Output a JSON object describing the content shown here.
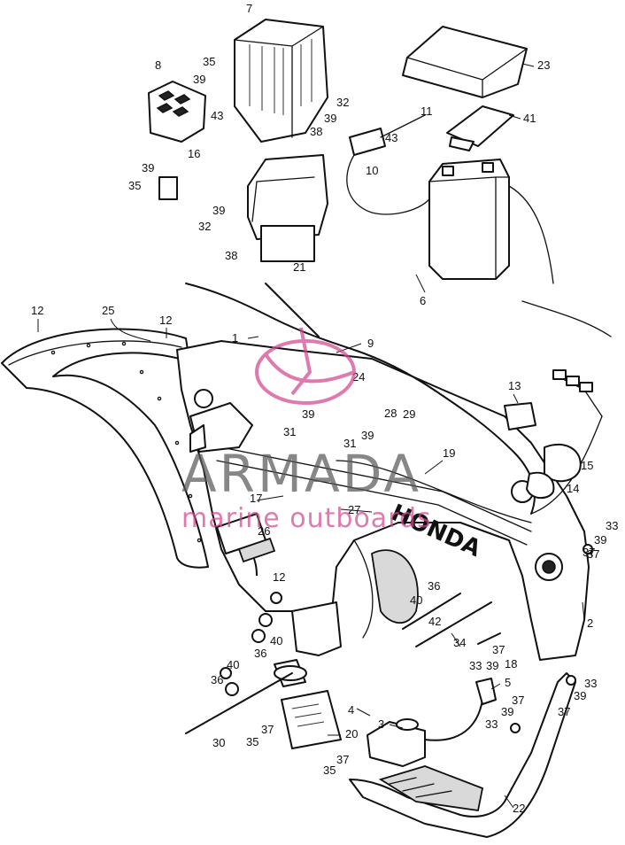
{
  "diagram": {
    "brand_label": "HONDA",
    "callouts": [
      "1",
      "2",
      "3",
      "4",
      "5",
      "6",
      "7",
      "8",
      "9",
      "10",
      "11",
      "12",
      "13",
      "14",
      "15",
      "16",
      "17",
      "18",
      "19",
      "20",
      "21",
      "22",
      "23",
      "24",
      "25",
      "26",
      "27",
      "28",
      "29",
      "30",
      "31",
      "32",
      "33",
      "34",
      "35",
      "36",
      "37",
      "38",
      "39",
      "40",
      "41",
      "42",
      "43"
    ]
  },
  "watermark": {
    "title": "ARMADA",
    "subtitle": "marine outboards",
    "color": "#5a5a5a",
    "accent": "#d4488f"
  }
}
